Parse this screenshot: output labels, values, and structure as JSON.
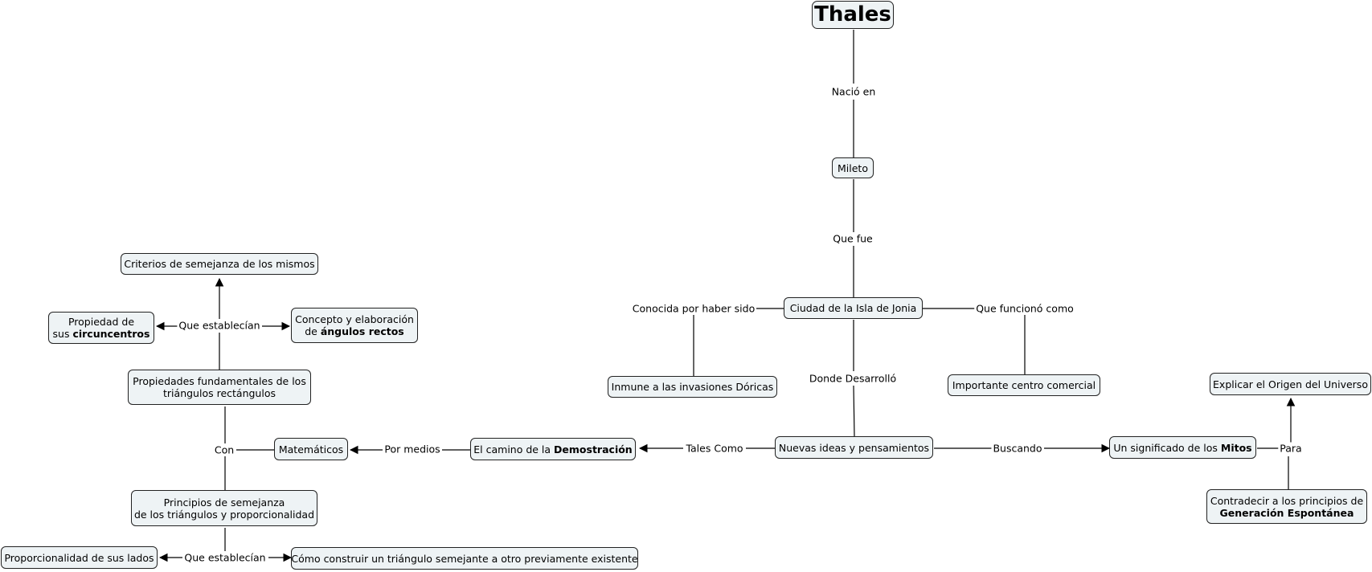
{
  "nodes": {
    "thales": "Thales",
    "mileto": "Mileto",
    "ciudad": "Ciudad de la Isla de Jonia",
    "inmune": "Inmune a las invasiones Dóricas",
    "centro": "Importante centro comercial",
    "nuevas": "Nuevas ideas y pensamientos",
    "camino_pre": "El camino de la ",
    "camino_bold": "Demostración",
    "significado_pre": "Un significado de los ",
    "significado_bold": "Mitos",
    "explicar": "Explicar el Origen del Universo",
    "contradecir_l1": "Contradecir a los principios de",
    "contradecir_l2": "Generación Espontánea",
    "matematicos": "Matemáticos",
    "propfund_l1": "Propiedades fundamentales de los",
    "propfund_l2": "triángulos rectángulos",
    "criterios": "Criterios de semejanza de los mismos",
    "circun_l1": "Propiedad de",
    "circun_l2_pre": "sus ",
    "circun_l2_bold": "circuncentros",
    "angulos_l1": "Concepto y elaboración",
    "angulos_l2_pre": "de ",
    "angulos_l2_bold": "ángulos rectos",
    "principios_l1": "Principios de semejanza",
    "principios_l2": "de los triángulos y proporcionalidad",
    "proporc": "Proporcionalidad de sus lados",
    "construir": "Cómo construir un triángulo semejante a otro previamente existente"
  },
  "phrases": {
    "nacio": "Nació en",
    "quefue": "Que fue",
    "conocida": "Conocida por haber sido",
    "funciono": "Que funcionó como",
    "donde": "Donde Desarrolló",
    "tales": "Tales Como",
    "buscando": "Buscando",
    "para": "Para",
    "pormedios": "Por medios",
    "con": "Con",
    "establecian1": "Que establecían",
    "establecian2": "Que establecían"
  }
}
